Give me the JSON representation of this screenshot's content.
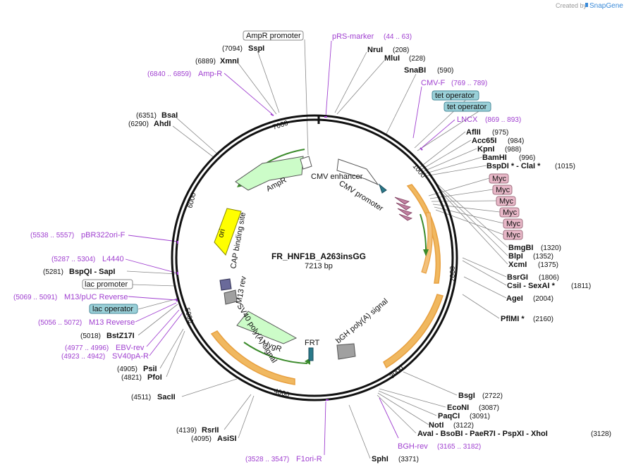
{
  "watermark": {
    "created_by": "Created by",
    "brand": "SnapGene"
  },
  "plasmid": {
    "name": "FR_HNF1B_A263insGG",
    "size_label": "7213 bp",
    "length": 7213
  },
  "ticks": [
    "1000",
    "2000",
    "3000",
    "4000",
    "5000",
    "6000",
    "7000"
  ],
  "colors": {
    "backbone": "#111111",
    "primer": "#a040d0",
    "feature_green": "#ccfcc8",
    "orf_orange": "#e8a040",
    "ori_yellow": "#ffff00",
    "operator_fill": "#9ad0d8",
    "myc_fill": "#e8b8c8",
    "polyA_gray": "#a0a0a0"
  },
  "sites": [
    {
      "name": "SspI",
      "pos": "(7094)"
    },
    {
      "name": "XmnI",
      "pos": "(6889)"
    },
    {
      "name": "BsaI",
      "pos": "(6351)"
    },
    {
      "name": "AhdI",
      "pos": "(6290)"
    },
    {
      "name": "NruI",
      "pos": "(208)"
    },
    {
      "name": "MluI",
      "pos": "(228)"
    },
    {
      "name": "SnaBI",
      "pos": "(590)"
    },
    {
      "name": "AflII",
      "pos": "(975)"
    },
    {
      "name": "Acc65I",
      "pos": "(984)"
    },
    {
      "name": "KpnI",
      "pos": "(988)"
    },
    {
      "name": "BamHI",
      "pos": "(996)"
    },
    {
      "name": "BspDI * - ClaI *",
      "pos": "(1015)"
    },
    {
      "name": "BmgBI",
      "pos": "(1320)"
    },
    {
      "name": "BlpI",
      "pos": "(1352)"
    },
    {
      "name": "XcmI",
      "pos": "(1375)"
    },
    {
      "name": "BsrGI",
      "pos": "(1806)"
    },
    {
      "name": "CsiI - SexAI *",
      "pos": "(1811)"
    },
    {
      "name": "AgeI",
      "pos": "(2004)"
    },
    {
      "name": "PflMI *",
      "pos": "(2160)"
    },
    {
      "name": "BsgI",
      "pos": "(2722)"
    },
    {
      "name": "EcoNI",
      "pos": "(3087)"
    },
    {
      "name": "PaqCI",
      "pos": "(3091)"
    },
    {
      "name": "NotI",
      "pos": "(3122)"
    },
    {
      "name": "AvaI - BsoBI - PaeR7I - PspXI - XhoI",
      "pos": "(3128)"
    },
    {
      "name": "SphI",
      "pos": "(3371)"
    },
    {
      "name": "SacII",
      "pos": "(4511)"
    },
    {
      "name": "RsrII",
      "pos": "(4139)"
    },
    {
      "name": "AsiSI",
      "pos": "(4095)"
    },
    {
      "name": "PsiI",
      "pos": "(4905)"
    },
    {
      "name": "PfoI",
      "pos": "(4821)"
    },
    {
      "name": "BstZ17I",
      "pos": "(5018)"
    },
    {
      "name": "BspQI - SapI",
      "pos": "(5281)"
    }
  ],
  "primers": [
    {
      "name": "pRS-marker",
      "pos": "(44 .. 63)"
    },
    {
      "name": "Amp-R",
      "pos": "(6840 .. 6859)"
    },
    {
      "name": "CMV-F",
      "pos": "(769 .. 789)"
    },
    {
      "name": "LNCX",
      "pos": "(869 .. 893)"
    },
    {
      "name": "pBR322ori-F",
      "pos": "(5538 .. 5557)"
    },
    {
      "name": "L4440",
      "pos": "(5287 .. 5304)"
    },
    {
      "name": "M13/pUC Reverse",
      "pos": "(5069 .. 5091)"
    },
    {
      "name": "M13 Reverse",
      "pos": "(5056 .. 5072)"
    },
    {
      "name": "EBV-rev",
      "pos": "(4977 .. 4996)"
    },
    {
      "name": "SV40pA-R",
      "pos": "(4923 .. 4942)"
    },
    {
      "name": "BGH-rev",
      "pos": "(3165 .. 3182)"
    },
    {
      "name": "F1ori-R",
      "pos": "(3528 .. 3547)"
    }
  ],
  "boxes": {
    "ampr_promoter": "AmpR promoter",
    "tet_operator_1": "tet operator",
    "tet_operator_2": "tet operator",
    "lac_promoter": "lac promoter",
    "lac_operator": "lac operator",
    "myc": [
      "Myc",
      "Myc",
      "Myc",
      "Myc",
      "Myc",
      "Myc"
    ]
  },
  "features": {
    "ampr": "AmpR",
    "ori": "ori",
    "cap": "CAP binding site",
    "m13rev": "M13 rev",
    "sv40pa": "SV40 poly(A) signal",
    "hygr": "HygR",
    "frt": "FRT",
    "bgh": "bGH poly(A) signal",
    "cmv_enh": "CMV enhancer",
    "cmv_prom": "CMV promoter"
  }
}
